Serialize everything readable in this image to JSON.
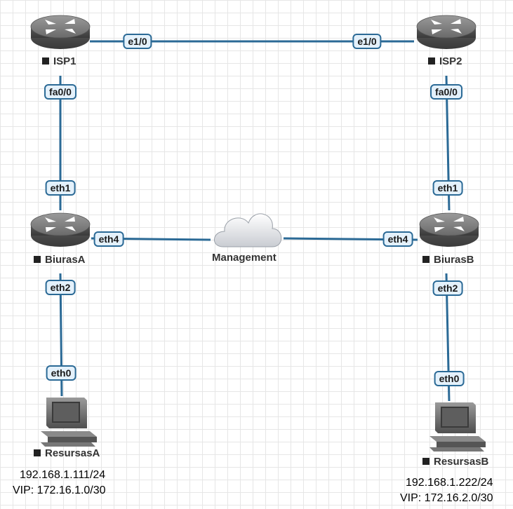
{
  "nodes": {
    "isp1": {
      "name": "ISP1",
      "type": "router"
    },
    "isp2": {
      "name": "ISP2",
      "type": "router"
    },
    "biurasA": {
      "name": "BiurasA",
      "type": "router"
    },
    "biurasB": {
      "name": "BiurasB",
      "type": "router"
    },
    "management": {
      "name": "Management",
      "type": "cloud"
    },
    "resursasA": {
      "name": "ResursasA",
      "type": "workstation"
    },
    "resursasB": {
      "name": "ResursasB",
      "type": "workstation"
    }
  },
  "ports": {
    "isp1_e10": "e1/0",
    "isp2_e10": "e1/0",
    "isp1_fa00": "fa0/0",
    "isp2_fa00": "fa0/0",
    "biurasA_eth1": "eth1",
    "biurasB_eth1": "eth1",
    "biurasA_eth4": "eth4",
    "biurasB_eth4": "eth4",
    "biurasA_eth2": "eth2",
    "biurasB_eth2": "eth2",
    "resursasA_eth0": "eth0",
    "resursasB_eth0": "eth0"
  },
  "info": {
    "resursasA": {
      "ip": "192.168.1.111/24",
      "vip": "VIP: 172.16.1.0/30"
    },
    "resursasB": {
      "ip": "192.168.1.222/24",
      "vip": "VIP: 172.16.2.0/30"
    }
  },
  "colors": {
    "link": "#2b6a96",
    "port_fill": "#e4f1fb",
    "grid": "#e6e6e6"
  }
}
